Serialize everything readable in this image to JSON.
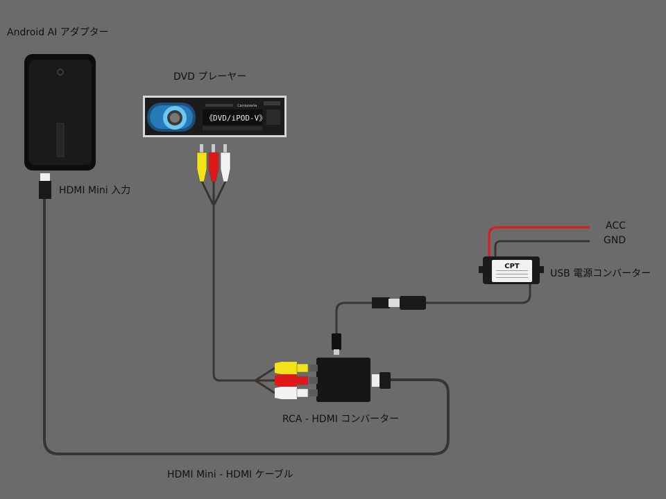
{
  "labels": {
    "android_adapter": "Android AI アダプター",
    "dvd_player": "DVD プレーヤー",
    "hdmi_mini_input": "HDMI Mini 入力",
    "acc": "ACC",
    "gnd": "GND",
    "usb_converter": "USB 電源コンバーター",
    "rca_hdmi_converter": "RCA - HDMI コンバーター",
    "hdmi_cable": "HDMI Mini - HDMI ケーブル"
  },
  "devices": {
    "usb_converter_brand": "CPT",
    "dvd_display_text": "《DVD/iPOD-V》",
    "dvd_brand": "Carrozzeria"
  },
  "colors": {
    "background": "#6b6b6b",
    "cable": "#3a3431",
    "rca_yellow": "#f2e21a",
    "rca_red": "#e01818",
    "rca_white": "#f2f2f2",
    "acc_wire": "#e01818"
  }
}
